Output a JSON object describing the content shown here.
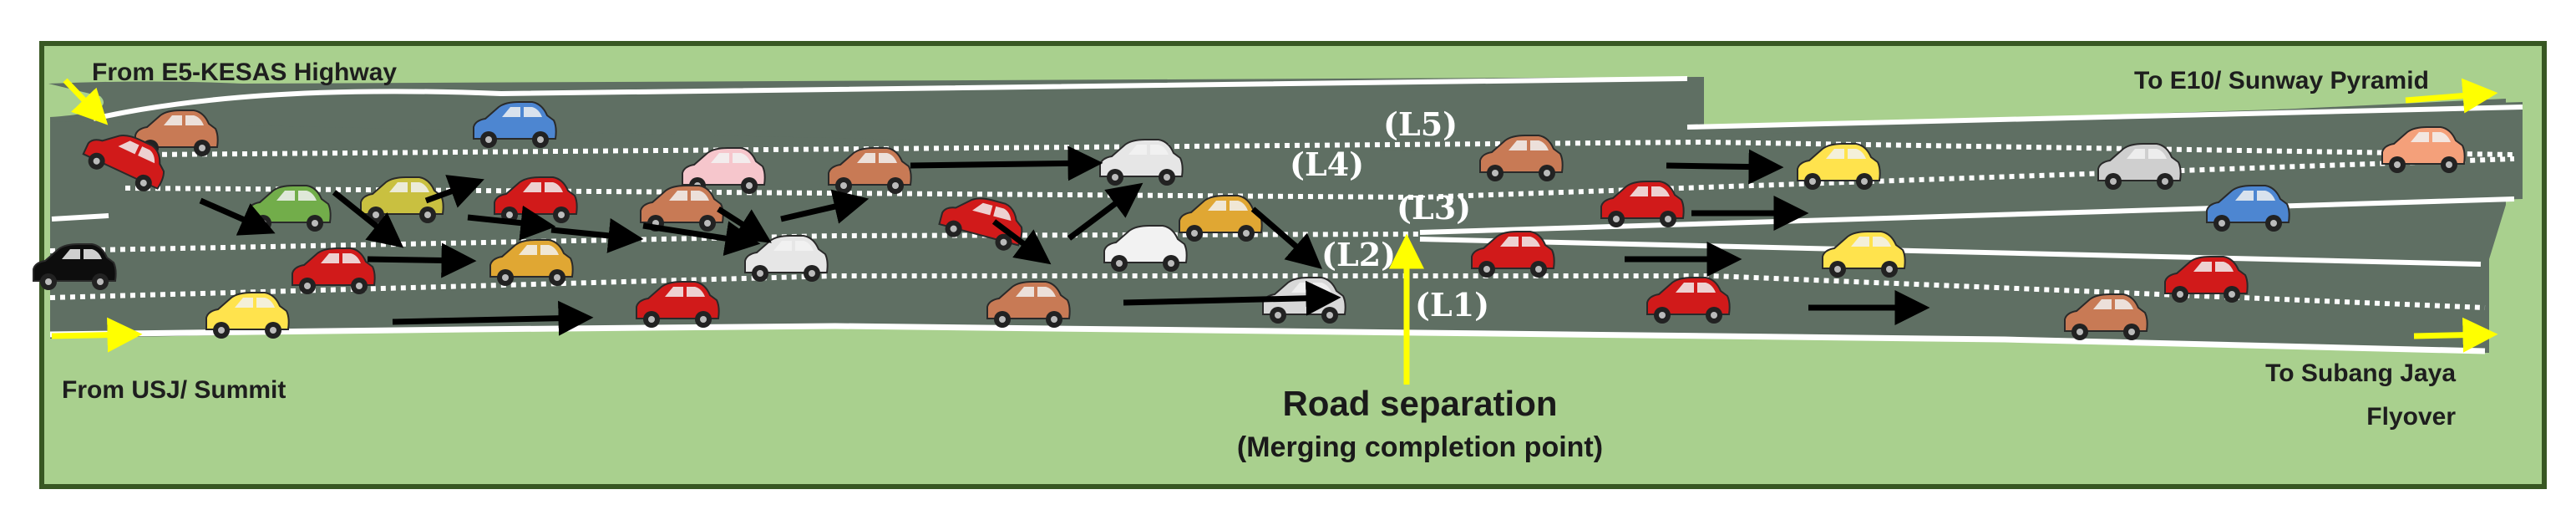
{
  "diagram": {
    "labels": {
      "from_kesas": "From E5-KESAS Highway",
      "from_usj": "From USJ/ Summit",
      "to_sunway": "To E10/ Sunway Pyramid",
      "to_subang_line1": "To Subang Jaya",
      "to_subang_line2": "Flyover",
      "separation_title": "Road separation",
      "separation_sub": "(Merging completion point)"
    },
    "lanes": {
      "l1": "(L1)",
      "l2": "(L2)",
      "l3": "(L3)",
      "l4": "(L4)",
      "l5": "(L5)"
    },
    "colors": {
      "grass": "#a9d08e",
      "frame": "#385723",
      "road": "#5f6f63",
      "lane_marking": "#ffffff",
      "arrow": "#000000",
      "direction_arrow": "#ffff00"
    }
  }
}
